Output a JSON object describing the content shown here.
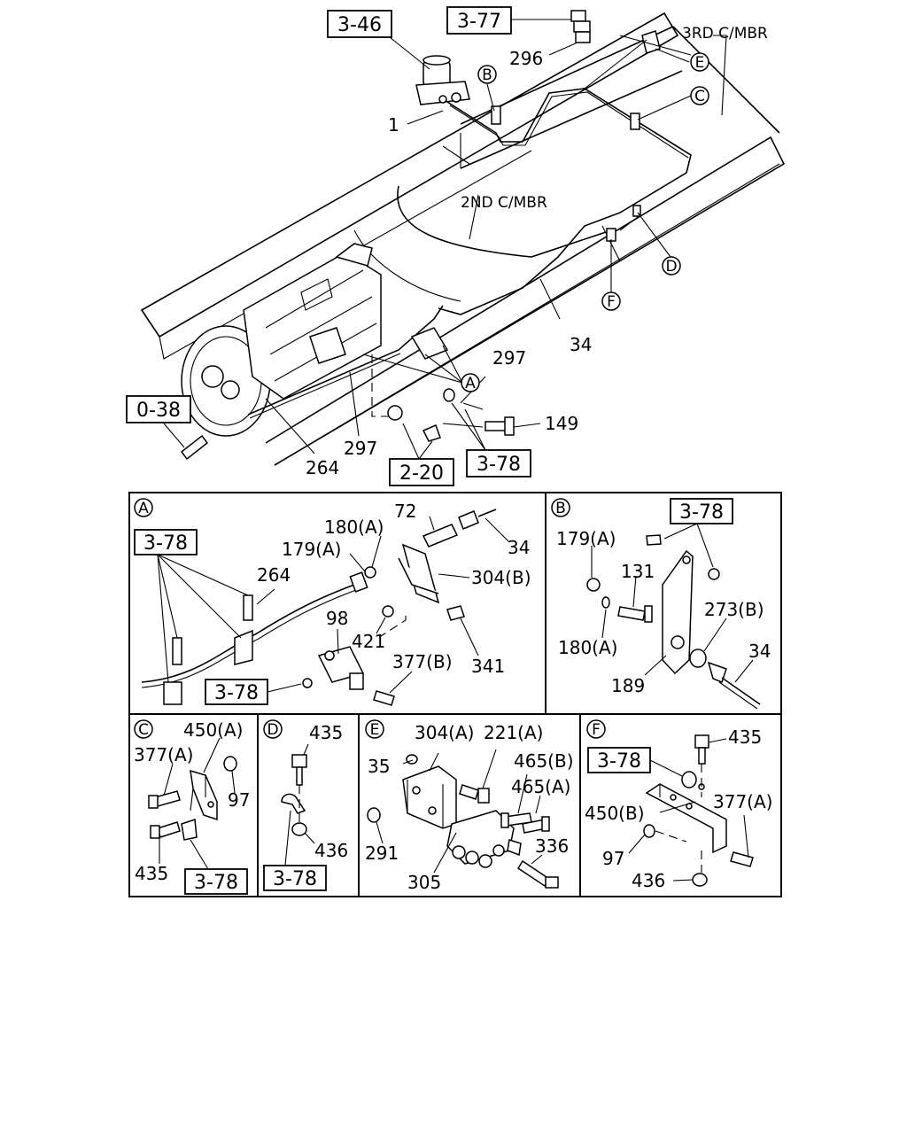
{
  "main": {
    "ref_boxes": [
      "3-46",
      "3-77",
      "0-38",
      "2-20",
      "3-78"
    ],
    "member_labels": [
      "3RD C/MBR",
      "2ND C/MBR"
    ],
    "callouts": [
      "B",
      "E",
      "C",
      "D",
      "F",
      "A"
    ],
    "part_numbers": [
      "296",
      "1",
      "34",
      "297",
      "149",
      "264",
      "297"
    ]
  },
  "detail_a": {
    "letter": "A",
    "ref_boxes": [
      "3-78",
      "3-78"
    ],
    "labels": [
      "72",
      "180(A)",
      "34",
      "179(A)",
      "304(B)",
      "264",
      "98",
      "421",
      "377(B)",
      "341"
    ]
  },
  "detail_b": {
    "letter": "B",
    "ref_boxes": [
      "3-78"
    ],
    "labels": [
      "179(A)",
      "131",
      "273(B)",
      "180(A)",
      "34",
      "189"
    ]
  },
  "detail_c": {
    "letter": "C",
    "ref_boxes": [
      "3-78"
    ],
    "labels": [
      "450(A)",
      "377(A)",
      "97",
      "435"
    ]
  },
  "detail_d": {
    "letter": "D",
    "ref_boxes": [
      "3-78"
    ],
    "labels": [
      "435",
      "436"
    ]
  },
  "detail_e": {
    "letter": "E",
    "labels": [
      "304(A)",
      "221(A)",
      "35",
      "465(B)",
      "465(A)",
      "291",
      "336",
      "305"
    ]
  },
  "detail_f": {
    "letter": "F",
    "ref_boxes": [
      "3-78"
    ],
    "labels": [
      "435",
      "450(B)",
      "377(A)",
      "97",
      "436"
    ]
  }
}
